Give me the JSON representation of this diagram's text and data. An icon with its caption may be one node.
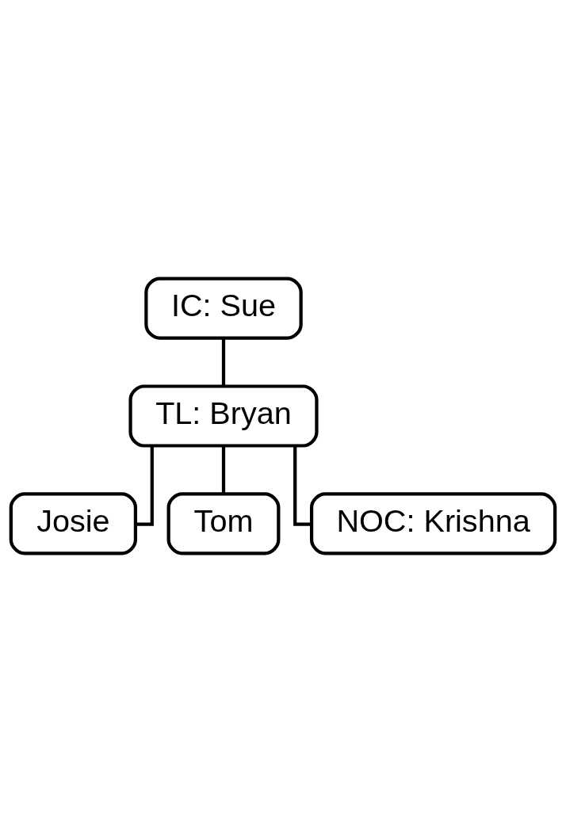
{
  "diagram": {
    "nodes": [
      {
        "text": [
          "IC: Sue"
        ]
      },
      {
        "text": [
          "TL: Bryan"
        ]
      },
      {
        "text": [
          "Josie"
        ]
      },
      {
        "text": [
          "Tom"
        ]
      },
      {
        "text": [
          "NOC: Krishna"
        ]
      }
    ],
    "edges": [
      {
        "from": 0,
        "to": 1,
        "arrow": "none"
      },
      {
        "from": 1,
        "to": 2,
        "arrow": "none"
      },
      {
        "from": 1,
        "to": 3,
        "arrow": "none"
      },
      {
        "from": 1,
        "to": 4,
        "arrow": "none"
      }
    ]
  }
}
